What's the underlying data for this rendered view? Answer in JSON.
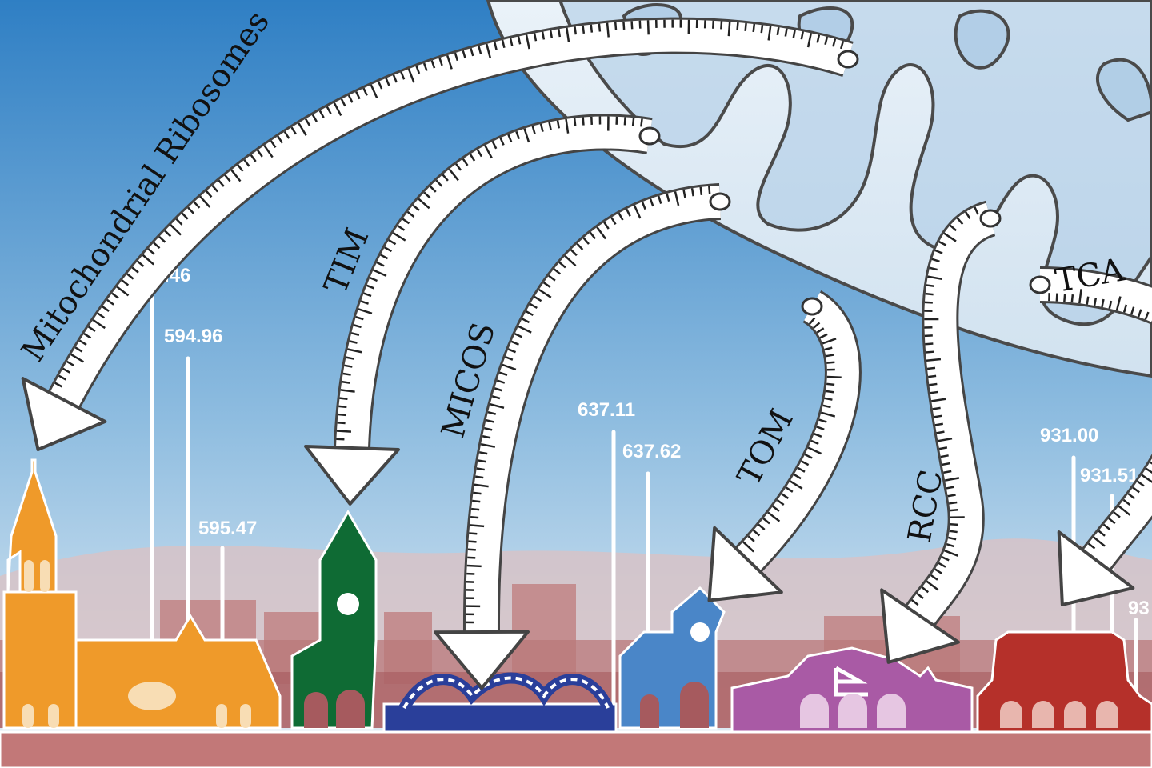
{
  "colors": {
    "sky_top": "#2f7fc4",
    "sky_bottom": "#e4eef6",
    "church": "#ef9a2a",
    "tower": "#0f6b34",
    "bridge": "#2a3f9a",
    "clocktower": "#4a86c8",
    "hall": "#a95aa5",
    "townhall": "#b5302a",
    "ground": "#c27878"
  },
  "arrows": [
    {
      "id": "mito-ribosomes",
      "label": "Mitochondrial Ribosomes"
    },
    {
      "id": "tim",
      "label": "TIM"
    },
    {
      "id": "micos",
      "label": "MICOS"
    },
    {
      "id": "tom",
      "label": "TOM"
    },
    {
      "id": "rcc",
      "label": "RCC"
    },
    {
      "id": "tca",
      "label": "TCA"
    }
  ],
  "peaks": [
    {
      "label": "594.46"
    },
    {
      "label": "594.96"
    },
    {
      "label": "595.47"
    },
    {
      "label": "637.11"
    },
    {
      "label": "637.62"
    },
    {
      "label": "931.00"
    },
    {
      "label": "931.51"
    },
    {
      "label": "93"
    }
  ]
}
